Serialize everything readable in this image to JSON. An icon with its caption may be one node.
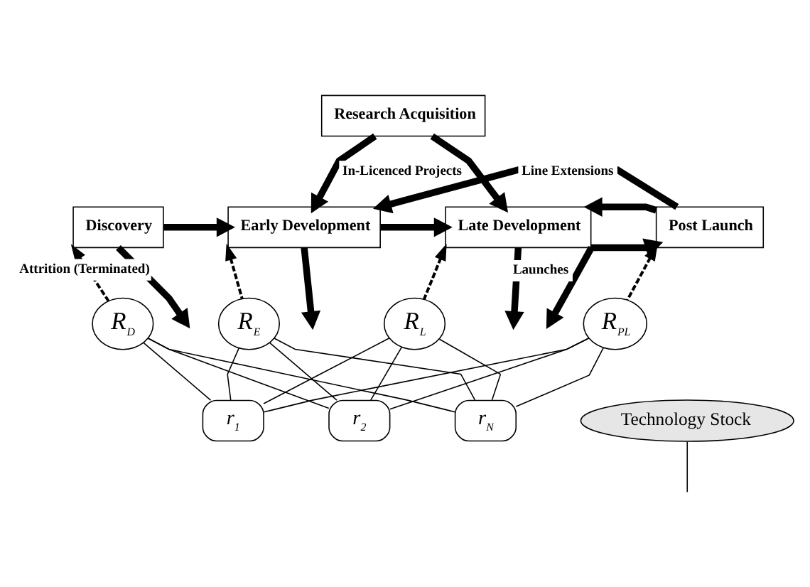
{
  "diagram": {
    "nodes": [
      {
        "text": [
          "Research Acquisition"
        ]
      },
      {
        "text": [
          "Discovery"
        ]
      },
      {
        "text": [
          "Early Development"
        ]
      },
      {
        "text": [
          "Late Development"
        ]
      },
      {
        "text": [
          "Post Launch"
        ]
      },
      {
        "text": [
          "R$_{D}$"
        ]
      },
      {
        "text": [
          "R$_{E}$"
        ]
      },
      {
        "text": [
          "R$_{L}$"
        ]
      },
      {
        "text": [
          "R$_{PL}$"
        ]
      },
      {
        "text": [
          "r$_{1}$"
        ]
      },
      {
        "text": [
          "r$_{2}$"
        ]
      },
      {
        "text": [
          "r$_{N}$"
        ]
      },
      {
        "text": [
          "Technology Stock"
        ]
      }
    ],
    "edges": [
      {
        "from": 0,
        "to": 2,
        "arrow": "to",
        "label": "In-Licenced Projects",
        "style": "thick"
      },
      {
        "from": 0,
        "to": 3,
        "arrow": "to",
        "style": "thick"
      },
      {
        "from": 1,
        "to": 2,
        "arrow": "to",
        "style": "thick"
      },
      {
        "from": 2,
        "to": 3,
        "arrow": "to",
        "style": "thick"
      },
      {
        "from": 3,
        "to": 4,
        "arrow": "to",
        "style": "thick"
      },
      {
        "from": 4,
        "to": 2,
        "arrow": "to",
        "label": "Line Extensions",
        "style": "thick"
      },
      {
        "from": 4,
        "to": 3,
        "arrow": "to",
        "style": "thick"
      },
      {
        "from": 1,
        "to": null,
        "arrow": "to",
        "label": "Attrition (Terminated)",
        "style": "thick"
      },
      {
        "from": 2,
        "to": null,
        "arrow": "to",
        "style": "thick"
      },
      {
        "from": 3,
        "to": null,
        "arrow": "to",
        "style": "thick"
      },
      {
        "from": 3,
        "to": null,
        "arrow": "to",
        "label": "Launches",
        "style": "thick"
      },
      {
        "from": 5,
        "to": 1,
        "arrow": "to",
        "style": "dashed"
      },
      {
        "from": 6,
        "to": 2,
        "arrow": "to",
        "style": "dashed"
      },
      {
        "from": 7,
        "to": 3,
        "arrow": "to",
        "style": "dashed"
      },
      {
        "from": 8,
        "to": 4,
        "arrow": "to",
        "style": "dashed"
      },
      {
        "from": 5,
        "to": 9,
        "arrow": "none"
      },
      {
        "from": 5,
        "to": 10,
        "arrow": "none"
      },
      {
        "from": 5,
        "to": 11,
        "arrow": "none"
      },
      {
        "from": 6,
        "to": 9,
        "arrow": "none"
      },
      {
        "from": 6,
        "to": 10,
        "arrow": "none"
      },
      {
        "from": 6,
        "to": 11,
        "arrow": "none"
      },
      {
        "from": 7,
        "to": 9,
        "arrow": "none"
      },
      {
        "from": 7,
        "to": 10,
        "arrow": "none"
      },
      {
        "from": 7,
        "to": 11,
        "arrow": "none"
      },
      {
        "from": 8,
        "to": 9,
        "arrow": "none"
      },
      {
        "from": 8,
        "to": 10,
        "arrow": "none"
      },
      {
        "from": 8,
        "to": 11,
        "arrow": "none"
      },
      {
        "from": 12,
        "to": null,
        "arrow": "none"
      }
    ]
  }
}
